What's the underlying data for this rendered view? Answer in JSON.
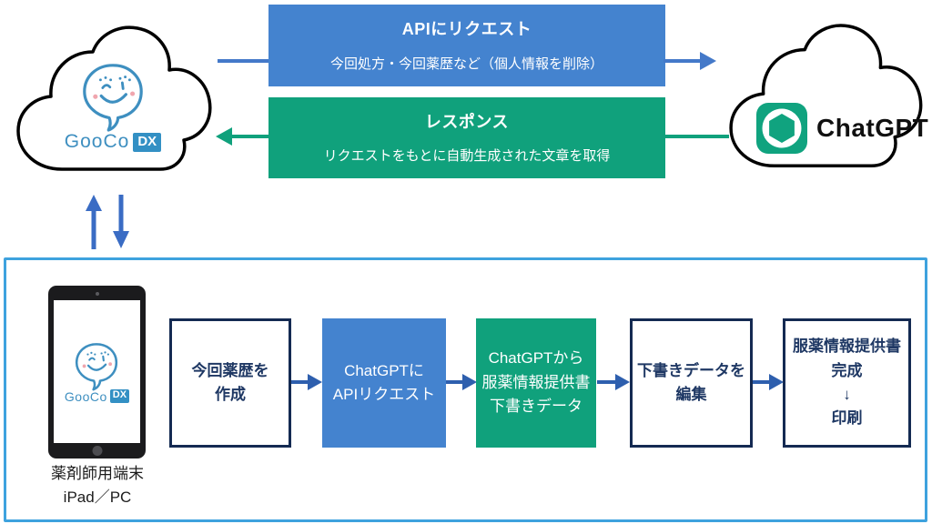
{
  "colors": {
    "request_blue": "#4483cf",
    "response_green": "#10a17c",
    "connector_blue": "#4479c9",
    "flow_arrow_blue": "#2e5fae",
    "container_border": "#3ea2de",
    "navy_text": "#1f3864",
    "gooco_blue": "#3e8fc0",
    "openai_green": "#10a37f"
  },
  "top": {
    "gooco_cloud": {
      "brand": "GooCo",
      "badge": "DX"
    },
    "request_box": {
      "title": "APIにリクエスト",
      "subtitle": "今回処方・今回薬歴など（個人情報を削除）"
    },
    "response_box": {
      "title": "レスポンス",
      "subtitle": "リクエストをもとに自動生成された文章を取得"
    },
    "chatgpt_cloud": {
      "label": "ChatGPT"
    }
  },
  "bottom": {
    "device": {
      "brand": "GooCo",
      "badge": "DX",
      "caption": [
        "薬剤師用端末",
        "iPad／PC"
      ]
    },
    "steps": [
      {
        "lines": [
          "今回薬歴を",
          "作成"
        ]
      },
      {
        "lines": [
          "ChatGPTに",
          "APIリクエスト"
        ]
      },
      {
        "lines": [
          "ChatGPTから",
          "服薬情報提供書",
          "下書きデータ"
        ]
      },
      {
        "lines": [
          "下書きデータを",
          "編集"
        ]
      },
      {
        "lines": [
          "服薬情報提供書",
          "完成",
          "↓",
          "印刷"
        ]
      }
    ]
  }
}
